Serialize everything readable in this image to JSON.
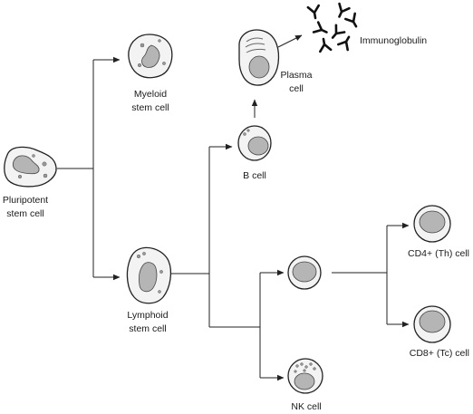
{
  "labels": {
    "pluripotent_line1": "Pluripotent",
    "pluripotent_line2": "stem cell",
    "myeloid_line1": "Myeloid",
    "myeloid_line2": "stem cell",
    "lymphoid_line1": "Lymphoid",
    "lymphoid_line2": "stem cell",
    "plasma_line1": "Plasma",
    "plasma_line2": "cell",
    "immunoglobulin": "Immunoglobulin",
    "b_cell": "B cell",
    "nk_cell": "NK cell",
    "cd4": "CD4+ (Th) cell",
    "cd8": "CD8+ (Tc) cell"
  }
}
